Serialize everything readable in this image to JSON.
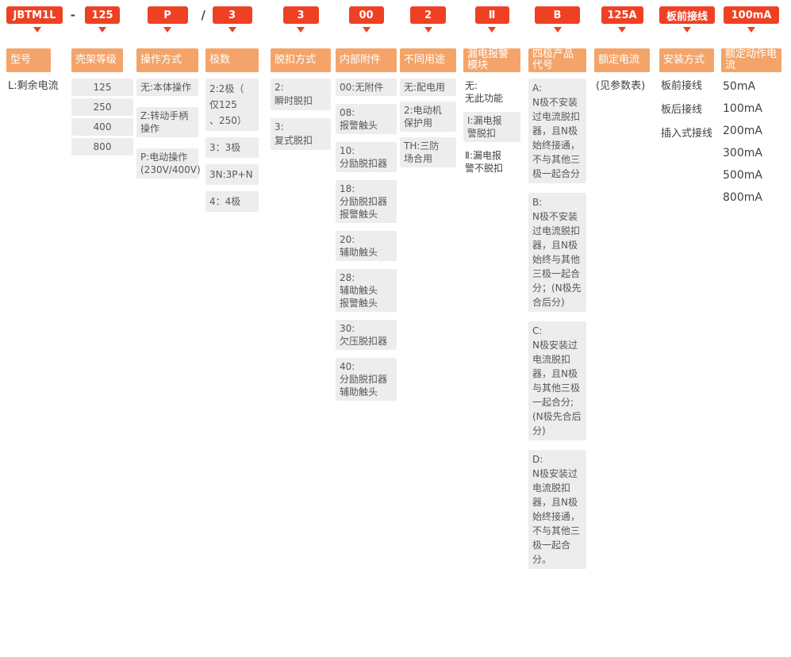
{
  "colors": {
    "code_bg": "#ee4123",
    "header_bg": "#f4a469",
    "item_bg": "#ededed"
  },
  "columns": [
    {
      "id": "model",
      "code": "JBTM1L",
      "separator_after": "-",
      "header": "型号",
      "items": [
        {
          "text": "L:剩余电流",
          "boxed": false
        }
      ]
    },
    {
      "id": "frame-grade",
      "code": "125",
      "header": "壳架等级",
      "items": [
        {
          "text": "125",
          "boxed": true
        },
        {
          "text": "250",
          "boxed": true
        },
        {
          "text": "400",
          "boxed": true
        },
        {
          "text": "800",
          "boxed": true
        }
      ]
    },
    {
      "id": "operation-mode",
      "code": "P",
      "separator_after": "/",
      "header": "操作方式",
      "items": [
        {
          "text": "无:本体操作",
          "boxed": true
        },
        {
          "text": "Z:转动手柄操作",
          "boxed": true
        },
        {
          "text": "P:电动操作(230V/400V)",
          "boxed": true
        }
      ]
    },
    {
      "id": "poles",
      "code": "3",
      "header": "极数",
      "items": [
        {
          "text": "2:2极（\n仅125\n、250）",
          "boxed": true
        },
        {
          "text": "3：3极",
          "boxed": true
        },
        {
          "text": "3N:3P+N",
          "boxed": true
        },
        {
          "text": "4：4极",
          "boxed": true
        }
      ]
    },
    {
      "id": "trip-mode",
      "code": "3",
      "header": "脱扣方式",
      "items": [
        {
          "text": "2:\n瞬时脱扣",
          "boxed": true
        },
        {
          "text": "3:\n复式脱扣",
          "boxed": true
        }
      ]
    },
    {
      "id": "internal-accessory",
      "code": "00",
      "header": "内部附件",
      "items": [
        {
          "text": "00:无附件",
          "boxed": true
        },
        {
          "text": "08:\n报警触头",
          "boxed": true
        },
        {
          "text": "10:\n分励脱扣器",
          "boxed": true
        },
        {
          "text": "18:\n分励脱扣器\n报警触头",
          "boxed": true
        },
        {
          "text": "20:\n辅助触头",
          "boxed": true
        },
        {
          "text": "28:\n辅助触头\n报警触头",
          "boxed": true
        },
        {
          "text": "30:\n欠压脱扣器",
          "boxed": true
        },
        {
          "text": "40:\n分励脱扣器\n辅助触头",
          "boxed": true
        }
      ]
    },
    {
      "id": "application",
      "code": "2",
      "header": "不同用途",
      "items": [
        {
          "text": "无:配电用",
          "boxed": true
        },
        {
          "text": "2:电动机\n保护用",
          "boxed": true
        },
        {
          "text": "TH:三防\n场合用",
          "boxed": true
        }
      ]
    },
    {
      "id": "leakage-alarm-module",
      "code": "Ⅱ",
      "header": "漏电报警模块",
      "items": [
        {
          "text": "无:\n无此功能",
          "boxed": false
        },
        {
          "text": "Ⅰ:漏电报\n警脱扣",
          "boxed": true
        },
        {
          "text": "Ⅱ:漏电报\n警不脱扣",
          "boxed": false
        }
      ]
    },
    {
      "id": "four-pole-product-code",
      "code": "B",
      "header": "四极产品代号",
      "items": [
        {
          "text": "A:\nN极不安装过电流脱扣器，且N极始终接通，不与其他三极一起合分",
          "boxed": true
        },
        {
          "text": "B:\nN极不安装过电流脱扣器，且N极始终与其他三极一起合分；(N极先合后分)",
          "boxed": true
        },
        {
          "text": "C:\nN极安装过电流脱扣器，且N极与其他三极一起合分;(N极先合后分)",
          "boxed": true
        },
        {
          "text": "D:\nN极安装过电流脱扣器，且N极始终接通，不与其他三极一起合分。",
          "boxed": true
        }
      ]
    },
    {
      "id": "rated-current",
      "code": "125A",
      "header": "额定电流",
      "items": [
        {
          "text": "(见参数表)",
          "boxed": false
        }
      ]
    },
    {
      "id": "installation-mode",
      "code": "板前接线",
      "header": "安装方式",
      "items": [
        {
          "text": "板前接线",
          "boxed": false
        },
        {
          "text": "板后接线",
          "boxed": false
        },
        {
          "text": "插入式接线",
          "boxed": false
        }
      ]
    },
    {
      "id": "rated-operating-current",
      "code": "100mA",
      "header": "额定动作电流",
      "items": [
        {
          "text": "50mA",
          "boxed": false
        },
        {
          "text": "100mA",
          "boxed": false
        },
        {
          "text": "200mA",
          "boxed": false
        },
        {
          "text": "300mA",
          "boxed": false
        },
        {
          "text": "500mA",
          "boxed": false
        },
        {
          "text": "800mA",
          "boxed": false
        }
      ]
    }
  ]
}
